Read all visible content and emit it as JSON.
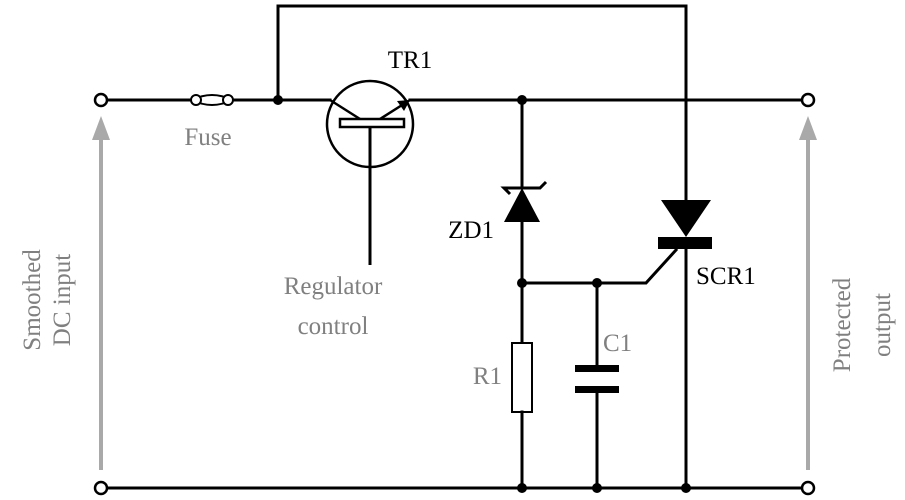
{
  "labels": {
    "fuse": "Fuse",
    "tr1": "TR1",
    "reg_line1": "Regulator",
    "reg_line2": "control",
    "zd1": "ZD1",
    "scr1": "SCR1",
    "c1": "C1",
    "r1": "R1",
    "input_line1": "Smoothed",
    "input_line2": "DC input",
    "output_line1": "Protected",
    "output_line2": "output"
  },
  "colors": {
    "wire": "#000000",
    "label_dark": "#000000",
    "label_grey": "#808080",
    "arrow_grey": "#a9a9a9"
  }
}
